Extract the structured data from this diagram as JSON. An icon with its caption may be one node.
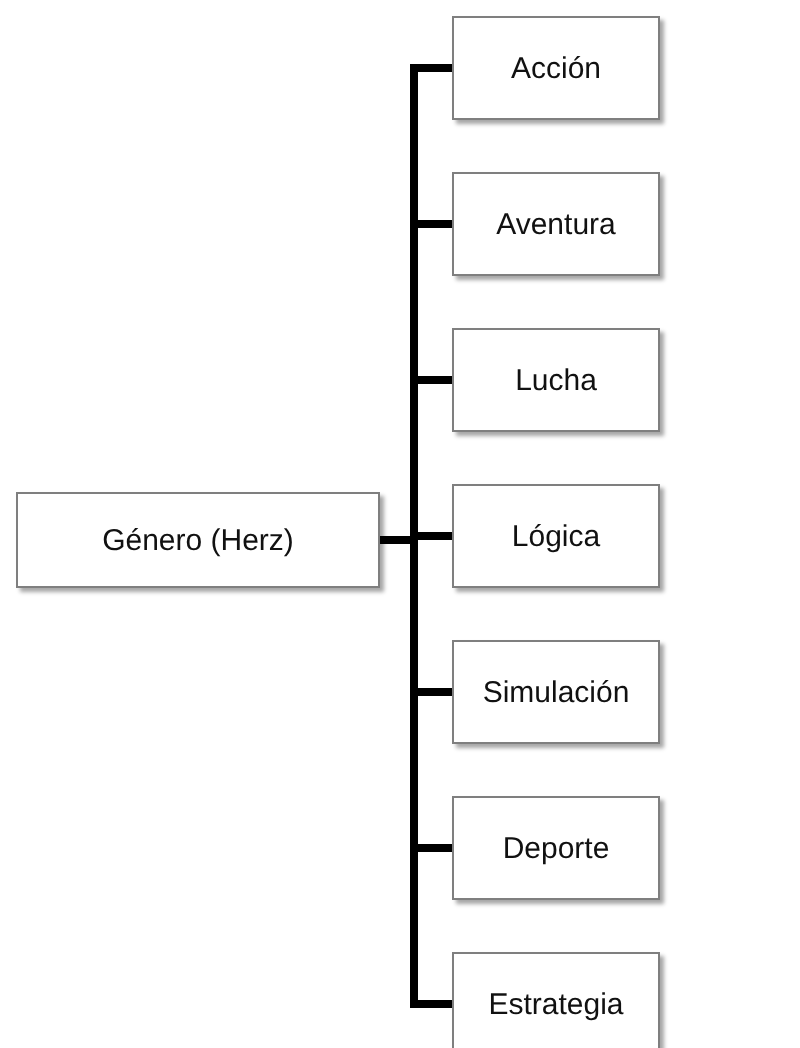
{
  "diagram": {
    "nodes": [
      {
        "text": [
          "Género (Herz)"
        ]
      },
      {
        "text": [
          "Acción"
        ]
      },
      {
        "text": [
          "Aventura"
        ]
      },
      {
        "text": [
          "Lucha"
        ]
      },
      {
        "text": [
          "Lógica"
        ]
      },
      {
        "text": [
          "Simulación"
        ]
      },
      {
        "text": [
          "Deporte"
        ]
      },
      {
        "text": [
          "Estrategia"
        ]
      }
    ],
    "edges": [
      {
        "from": 0,
        "to": 1,
        "arrow": "none"
      },
      {
        "from": 0,
        "to": 2,
        "arrow": "none"
      },
      {
        "from": 0,
        "to": 3,
        "arrow": "none"
      },
      {
        "from": 0,
        "to": 4,
        "arrow": "none"
      },
      {
        "from": 0,
        "to": 5,
        "arrow": "none"
      },
      {
        "from": 0,
        "to": 6,
        "arrow": "none"
      },
      {
        "from": 0,
        "to": 7,
        "arrow": "none"
      }
    ]
  }
}
